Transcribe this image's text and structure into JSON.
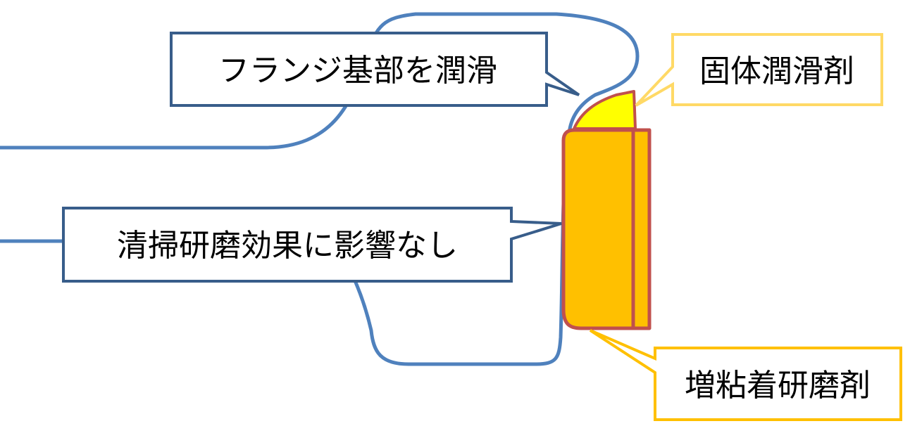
{
  "colors": {
    "background": "#ffffff",
    "flange_line": "#4f81bd",
    "callout_blue_border": "#385d8a",
    "callout_yellow_border": "#ffc000",
    "callout_light_yellow_border": "#ffd966",
    "solid_lubricant_fill": "#ffff00",
    "abrasive_fill": "#ffc000",
    "abrasive_border": "#c0504d"
  },
  "callouts": {
    "flange_base": {
      "label": "フランジ基部を潤滑"
    },
    "cleaning_effect": {
      "label": "清掃研磨効果に影響なし"
    },
    "solid_lubricant": {
      "label": "固体潤滑剤"
    },
    "thickened_abrasive": {
      "label": "増粘着研磨剤"
    }
  }
}
